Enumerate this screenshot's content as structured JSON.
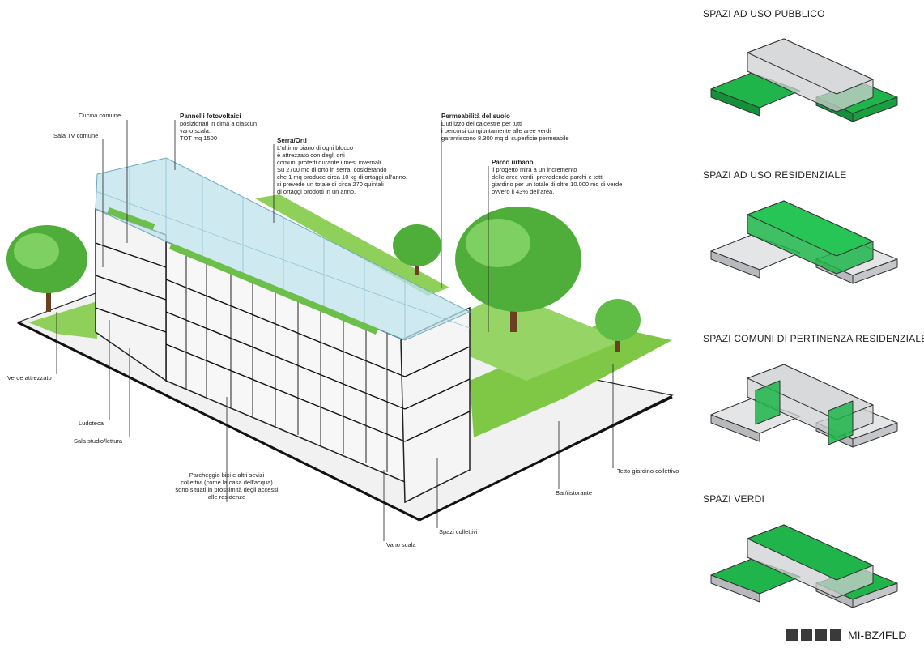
{
  "labels": {
    "cucina": "Cucina comune",
    "sala_tv": "Sala TV comune",
    "pannelli_title": "Pannelli fotovoltaici",
    "pannelli_body": "posizionati in cima a ciascun\nvano scala.\nTOT mq 1500",
    "serra_title": "Serra/Orti",
    "serra_body": "L'ultimo piano di ogni blocco\nè attrezzato con degli orti\ncomuni protetti durante i mesi invernali.\nSu 2700 mq di orto in serra, cosiderando\nche 1 mq produce circa 10 kg di ortaggi all'anno,\nsi prevede un totale di circa 270 quintali\ndi ortaggi prodotti in un anno.",
    "permeabilita_title": "Permeabilità del suolo",
    "permeabilita_body": "L'utilizzo del calcestre per tutti\ni percorsi congiuntamente alle aree verdi\ngarantiscono 8.300 mq di superficie permeabile",
    "parco_title": "Parco urbano",
    "parco_body": "il progetto mira a un incremento\ndelle aree verdi, prevedendo parchi e tetti\ngiardino per un totale di oltre 10.000 mq di verde\novvero il 43% dell'area.",
    "verde": "Verde attrezzato",
    "ludoteca": "Ludoteca",
    "sala_studio": "Sala studio/lettura",
    "parcheggio": "Parcheggio bici e altri sevizi\ncollettivi (come la casa dell'acqua)\nsono situati in prossimità degli accessi\nalle residenze",
    "tetto": "Tetto giardino collettivo",
    "bar": "Bar/ristorante",
    "spazi_collettivi": "Spazi collettivi",
    "vano_scala": "Vano scala"
  },
  "panels": [
    {
      "title": "SPAZI AD USO PUBBLICO",
      "highlight": "base"
    },
    {
      "title": "SPAZI AD USO RESIDENZIALE",
      "highlight": "bar"
    },
    {
      "title": "SPAZI COMUNI DI PERTINENZA RESIDENZIALE",
      "highlight": "cores"
    },
    {
      "title": "SPAZI VERDI",
      "highlight": "roofs"
    }
  ],
  "brand": {
    "squares": 4,
    "code": "MI-BZ4FLD"
  },
  "colors": {
    "green": "#1fb54a",
    "grass": "#7ec846",
    "glass": "#bfe2ec",
    "grey": "#cfd0d2"
  }
}
